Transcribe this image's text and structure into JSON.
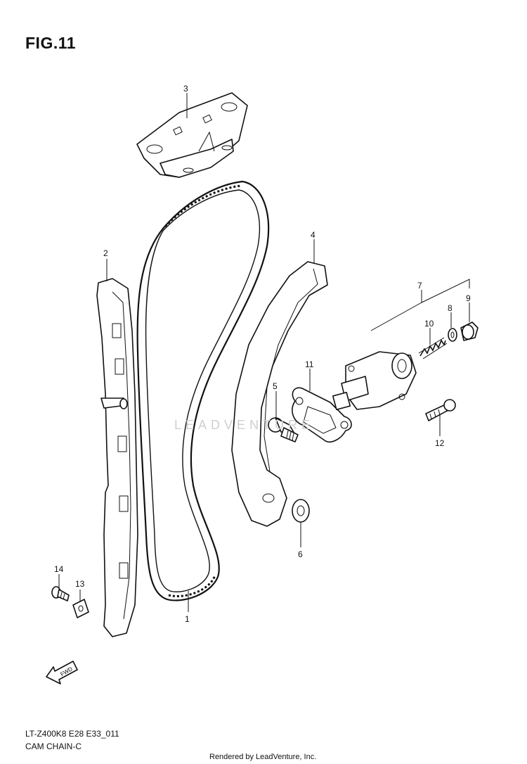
{
  "figure": {
    "title": "FIG.11",
    "code": "LT-Z400K8 E28 E33_011",
    "name": "CAM CHAIN-C"
  },
  "watermark": "LEADVENTURE",
  "credit": "Rendered by LeadVenture, Inc.",
  "direction_label": "FWD",
  "callouts": [
    "1",
    "2",
    "3",
    "4",
    "5",
    "6",
    "7",
    "8",
    "9",
    "10",
    "11",
    "12",
    "13",
    "14"
  ]
}
